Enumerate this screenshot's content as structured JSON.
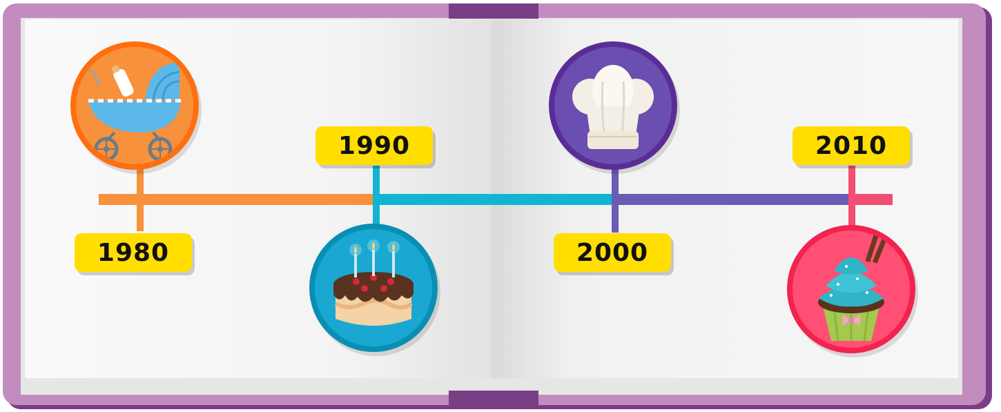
{
  "timeline": {
    "milestones": [
      {
        "year": "1980",
        "color": "#f7913b",
        "icon": "baby-stroller-icon"
      },
      {
        "year": "1990",
        "color": "#12b3d3",
        "icon": "birthday-cake-icon"
      },
      {
        "year": "2000",
        "color": "#6b5bb5",
        "icon": "chef-hat-icon"
      },
      {
        "year": "2010",
        "color": "#f24d73",
        "icon": "cupcake-icon"
      }
    ],
    "label_color": "#ffde00"
  },
  "book": {
    "cover_color": "#c28cbf",
    "ribbon_color": "#7a3e85"
  }
}
